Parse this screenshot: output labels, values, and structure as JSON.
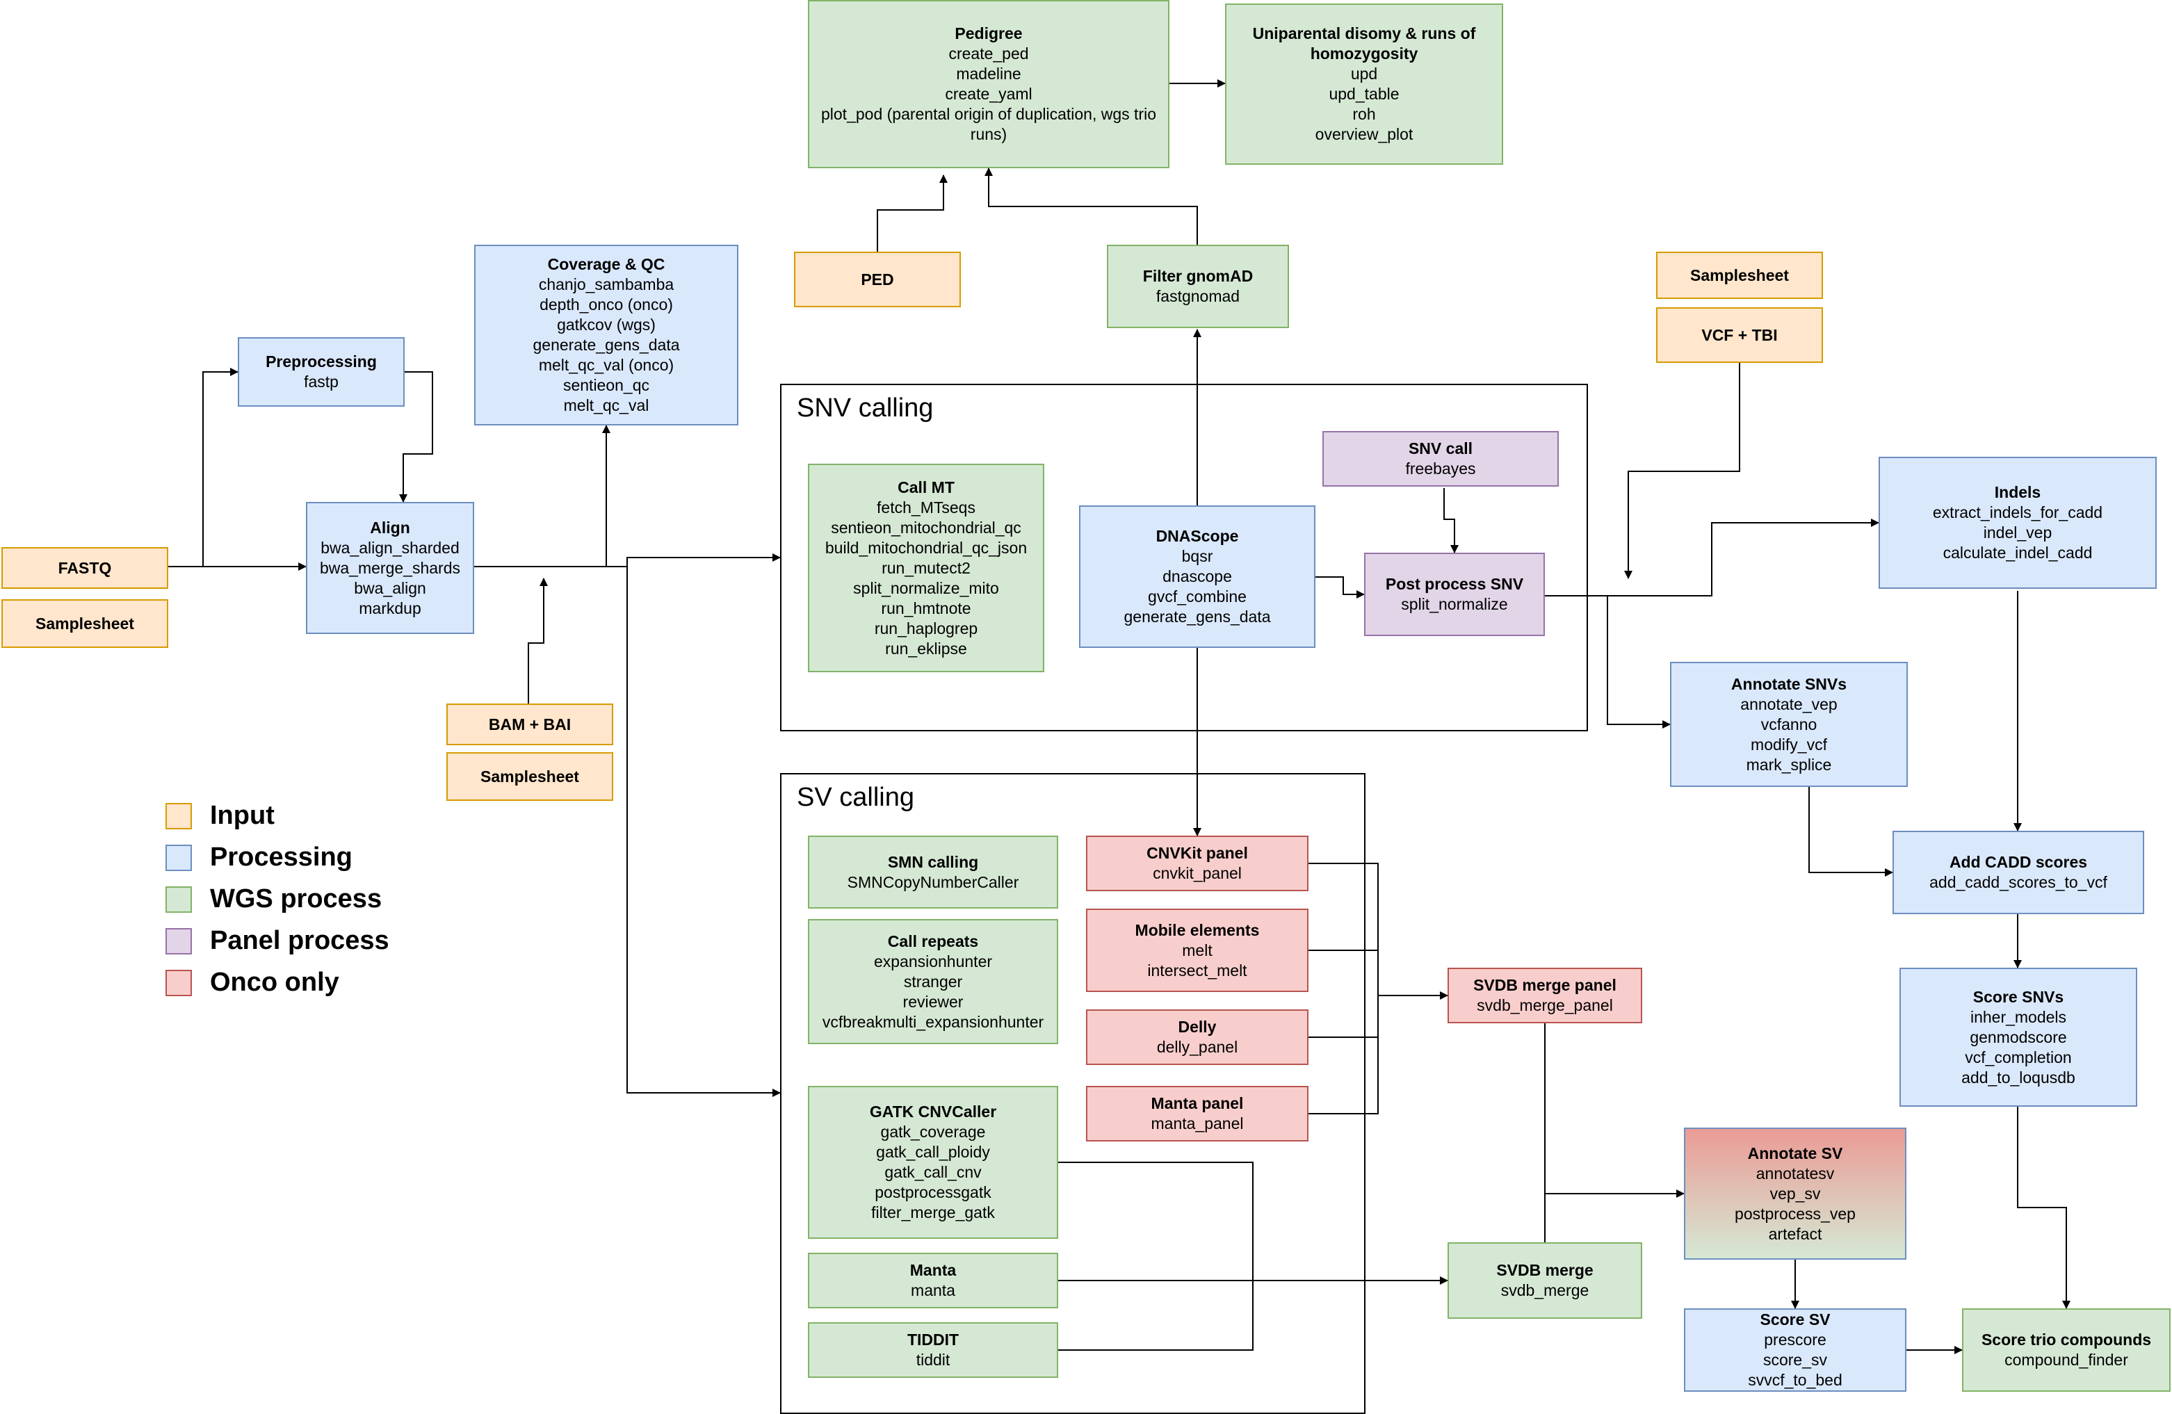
{
  "nodes": {
    "fastq": {
      "title": "FASTQ",
      "lines": []
    },
    "samplesheet_fastq": {
      "title": "Samplesheet",
      "lines": []
    },
    "preprocessing": {
      "title": "Preprocessing",
      "lines": [
        "fastp"
      ]
    },
    "align": {
      "title": "Align",
      "lines": [
        "bwa_align_sharded",
        "bwa_merge_shards",
        "bwa_align",
        "markdup"
      ]
    },
    "coverage_qc": {
      "title": "Coverage & QC",
      "lines": [
        "chanjo_sambamba",
        "depth_onco (onco)",
        "gatkcov (wgs)",
        "generate_gens_data",
        "melt_qc_val (onco)",
        "sentieon_qc",
        "melt_qc_val"
      ]
    },
    "bam_bai": {
      "title": "BAM + BAI",
      "lines": []
    },
    "samplesheet_bam": {
      "title": "Samplesheet",
      "lines": []
    },
    "ped": {
      "title": "PED",
      "lines": []
    },
    "pedigree": {
      "title": "Pedigree",
      "lines": [
        "create_ped",
        "madeline",
        "create_yaml",
        "plot_pod (parental origin of duplication, wgs trio runs)"
      ]
    },
    "upd_roh": {
      "title": "Uniparental disomy  & runs of homozygosity",
      "lines": [
        "upd",
        "upd_table",
        "roh",
        "overview_plot"
      ]
    },
    "filter_gnomad": {
      "title": "Filter gnomAD",
      "lines": [
        "fastgnomad"
      ]
    },
    "call_mt": {
      "title": "Call MT",
      "lines": [
        "fetch_MTseqs",
        "sentieon_mitochondrial_qc",
        "build_mitochondrial_qc_json",
        "run_mutect2",
        "split_normalize_mito",
        "run_hmtnote",
        "run_haplogrep",
        "run_eklipse"
      ]
    },
    "dnascope": {
      "title": "DNAScope",
      "lines": [
        "bqsr",
        "dnascope",
        "gvcf_combine",
        "generate_gens_data"
      ]
    },
    "snv_call": {
      "title": "SNV call",
      "lines": [
        "freebayes"
      ]
    },
    "post_process_snv": {
      "title": "Post process SNV",
      "lines": [
        "split_normalize"
      ]
    },
    "samplesheet_vcf": {
      "title": "Samplesheet",
      "lines": []
    },
    "vcf_tbi": {
      "title": "VCF + TBI",
      "lines": []
    },
    "indels": {
      "title": "Indels",
      "lines": [
        "extract_indels_for_cadd",
        "indel_vep",
        "calculate_indel_cadd"
      ]
    },
    "annotate_snvs": {
      "title": "Annotate SNVs",
      "lines": [
        "annotate_vep",
        "vcfanno",
        "modify_vcf",
        "mark_splice"
      ]
    },
    "add_cadd": {
      "title": "Add CADD scores",
      "lines": [
        "add_cadd_scores_to_vcf"
      ]
    },
    "score_snvs": {
      "title": "Score SNVs",
      "lines": [
        "inher_models",
        "genmodscore",
        "vcf_completion",
        "add_to_loqusdb"
      ]
    },
    "smn_calling": {
      "title": "SMN calling",
      "lines": [
        "SMNCopyNumberCaller"
      ]
    },
    "call_repeats": {
      "title": "Call repeats",
      "lines": [
        "expansionhunter",
        "stranger",
        "reviewer",
        "vcfbreakmulti_expansionhunter"
      ]
    },
    "gatk_cnv": {
      "title": "GATK CNVCaller",
      "lines": [
        "gatk_coverage",
        "gatk_call_ploidy",
        "gatk_call_cnv",
        "postprocessgatk",
        "filter_merge_gatk"
      ]
    },
    "manta": {
      "title": "Manta",
      "lines": [
        "manta"
      ]
    },
    "tiddit": {
      "title": "TIDDIT",
      "lines": [
        "tiddit"
      ]
    },
    "cnvkit_panel": {
      "title": "CNVKit panel",
      "lines": [
        "cnvkit_panel"
      ]
    },
    "mobile_elements": {
      "title": "Mobile elements",
      "lines": [
        "melt",
        "intersect_melt"
      ]
    },
    "delly": {
      "title": "Delly",
      "lines": [
        "delly_panel"
      ]
    },
    "manta_panel": {
      "title": "Manta panel",
      "lines": [
        "manta_panel"
      ]
    },
    "svdb_merge_panel": {
      "title": "SVDB merge panel",
      "lines": [
        "svdb_merge_panel"
      ]
    },
    "svdb_merge": {
      "title": "SVDB merge",
      "lines": [
        "svdb_merge"
      ]
    },
    "annotate_sv": {
      "title": "Annotate SV",
      "lines": [
        "annotatesv",
        "vep_sv",
        "postprocess_vep",
        "artefact"
      ]
    },
    "score_sv": {
      "title": "Score SV",
      "lines": [
        "prescore",
        "score_sv",
        "svvcf_to_bed"
      ]
    },
    "score_trio": {
      "title": "Score trio compounds",
      "lines": [
        "compound_finder"
      ]
    }
  },
  "containers": {
    "snv_calling": "SNV calling",
    "sv_calling": "SV calling"
  },
  "legend": [
    {
      "label": "Input",
      "fill": "#ffe6cc",
      "stroke": "#d79b00"
    },
    {
      "label": "Processing",
      "fill": "#dae8fc",
      "stroke": "#6c8ebf"
    },
    {
      "label": "WGS process",
      "fill": "#d5e8d4",
      "stroke": "#82b366"
    },
    {
      "label": "Panel process",
      "fill": "#e1d5e7",
      "stroke": "#9673a6"
    },
    {
      "label": "Onco only",
      "fill": "#f8cecc",
      "stroke": "#b85450"
    }
  ]
}
